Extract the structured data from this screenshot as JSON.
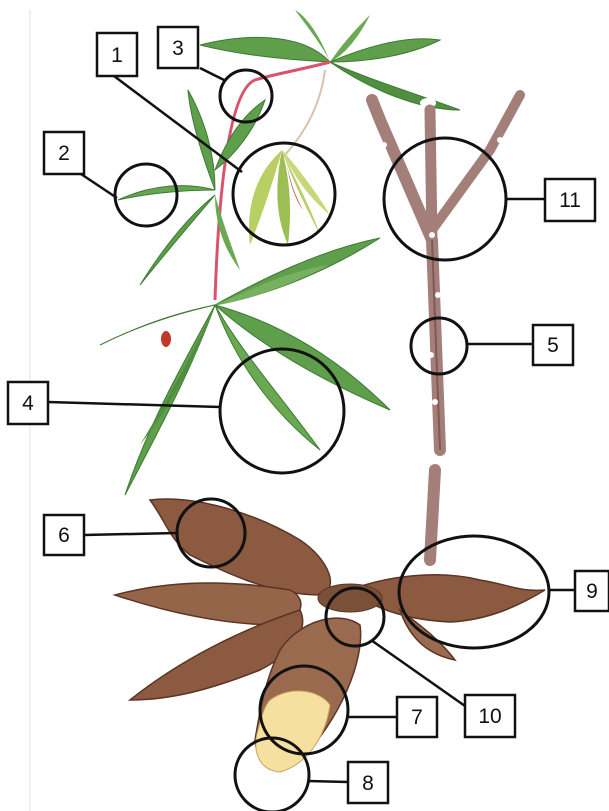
{
  "labels": [
    "1",
    "2",
    "3",
    "4",
    "5",
    "6",
    "7",
    "8",
    "9",
    "10",
    "11"
  ],
  "colors": {
    "leaf": "#5f9e4a",
    "leaf_light": "#a9c95c",
    "leaf_dark": "#3d7a34",
    "petiole_red": "#d9536b",
    "stem": "#a47e78",
    "stem_dark": "#7d5a57",
    "tuber": "#8b5a40",
    "tuber_dark": "#5a3424",
    "tuber_flesh": "#f5e0a0",
    "outline": "#111111"
  }
}
